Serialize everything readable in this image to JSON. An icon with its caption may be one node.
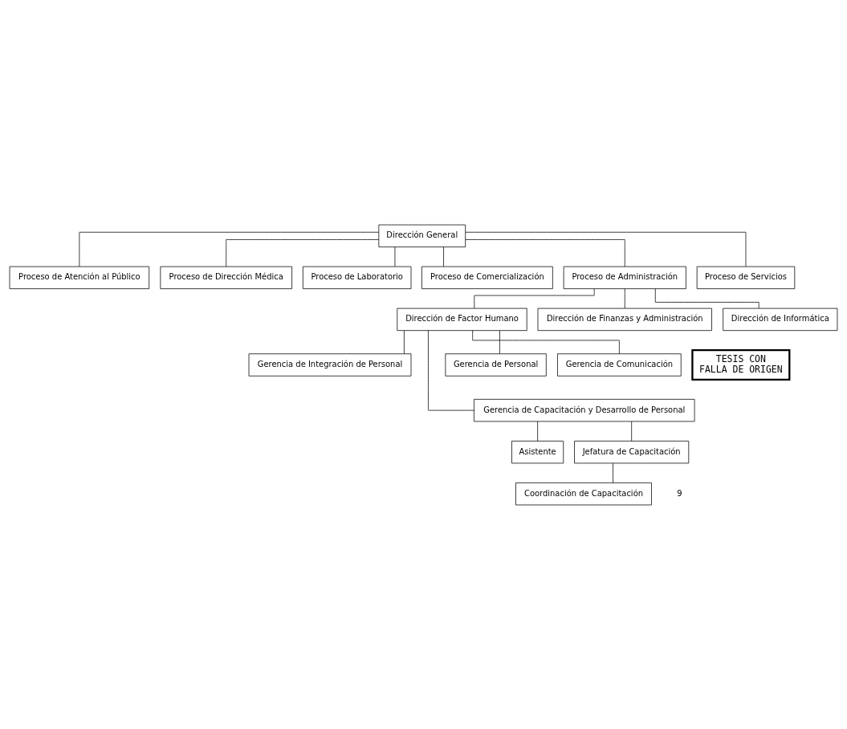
{
  "diagram": {
    "nodes": [
      {
        "text": [
          "Dirección General"
        ]
      },
      {
        "text": [
          "Proceso de Atención al Público"
        ]
      },
      {
        "text": [
          "Proceso de Dirección Médica"
        ]
      },
      {
        "text": [
          "Proceso de Laboratorio"
        ]
      },
      {
        "text": [
          "Proceso de Comercialización"
        ]
      },
      {
        "text": [
          "Proceso de Administración"
        ]
      },
      {
        "text": [
          "Proceso de Servicios"
        ]
      },
      {
        "text": [
          "Dirección de Factor Humano"
        ]
      },
      {
        "text": [
          "Dirección de Finanzas y Administración"
        ]
      },
      {
        "text": [
          "Dirección de Informática"
        ]
      },
      {
        "text": [
          "Gerencia de Integración de Personal"
        ]
      },
      {
        "text": [
          "Gerencia de Capacitación y Desarrollo de Personal"
        ]
      },
      {
        "text": [
          "Gerencia de Personal"
        ]
      },
      {
        "text": [
          "Gerencia de Comunicación"
        ]
      },
      {
        "text": [
          "Asistente"
        ]
      },
      {
        "text": [
          "Jefatura de Capacitación"
        ]
      },
      {
        "text": [
          "Coordinación de Capacitación"
        ]
      },
      {
        "text": [
          "TESIS CON",
          "FALLA DE ORIGEN"
        ]
      }
    ],
    "edges": [
      {
        "from": 0,
        "to": 1,
        "arrow": "none"
      },
      {
        "from": 0,
        "to": 2,
        "arrow": "none"
      },
      {
        "from": 0,
        "to": 3,
        "arrow": "none"
      },
      {
        "from": 0,
        "to": 4,
        "arrow": "none"
      },
      {
        "from": 0,
        "to": 5,
        "arrow": "none"
      },
      {
        "from": 0,
        "to": 6,
        "arrow": "none"
      },
      {
        "from": 5,
        "to": 7,
        "arrow": "none"
      },
      {
        "from": 5,
        "to": 8,
        "arrow": "none"
      },
      {
        "from": 5,
        "to": 9,
        "arrow": "none"
      },
      {
        "from": 7,
        "to": 10,
        "arrow": "none"
      },
      {
        "from": 7,
        "to": 11,
        "arrow": "none"
      },
      {
        "from": 7,
        "to": 12,
        "arrow": "none"
      },
      {
        "from": 7,
        "to": 13,
        "arrow": "none"
      },
      {
        "from": 11,
        "to": 14,
        "arrow": "none"
      },
      {
        "from": 11,
        "to": 15,
        "arrow": "none"
      },
      {
        "from": 15,
        "to": 16,
        "arrow": "none"
      }
    ],
    "labels": [
      "9"
    ]
  }
}
